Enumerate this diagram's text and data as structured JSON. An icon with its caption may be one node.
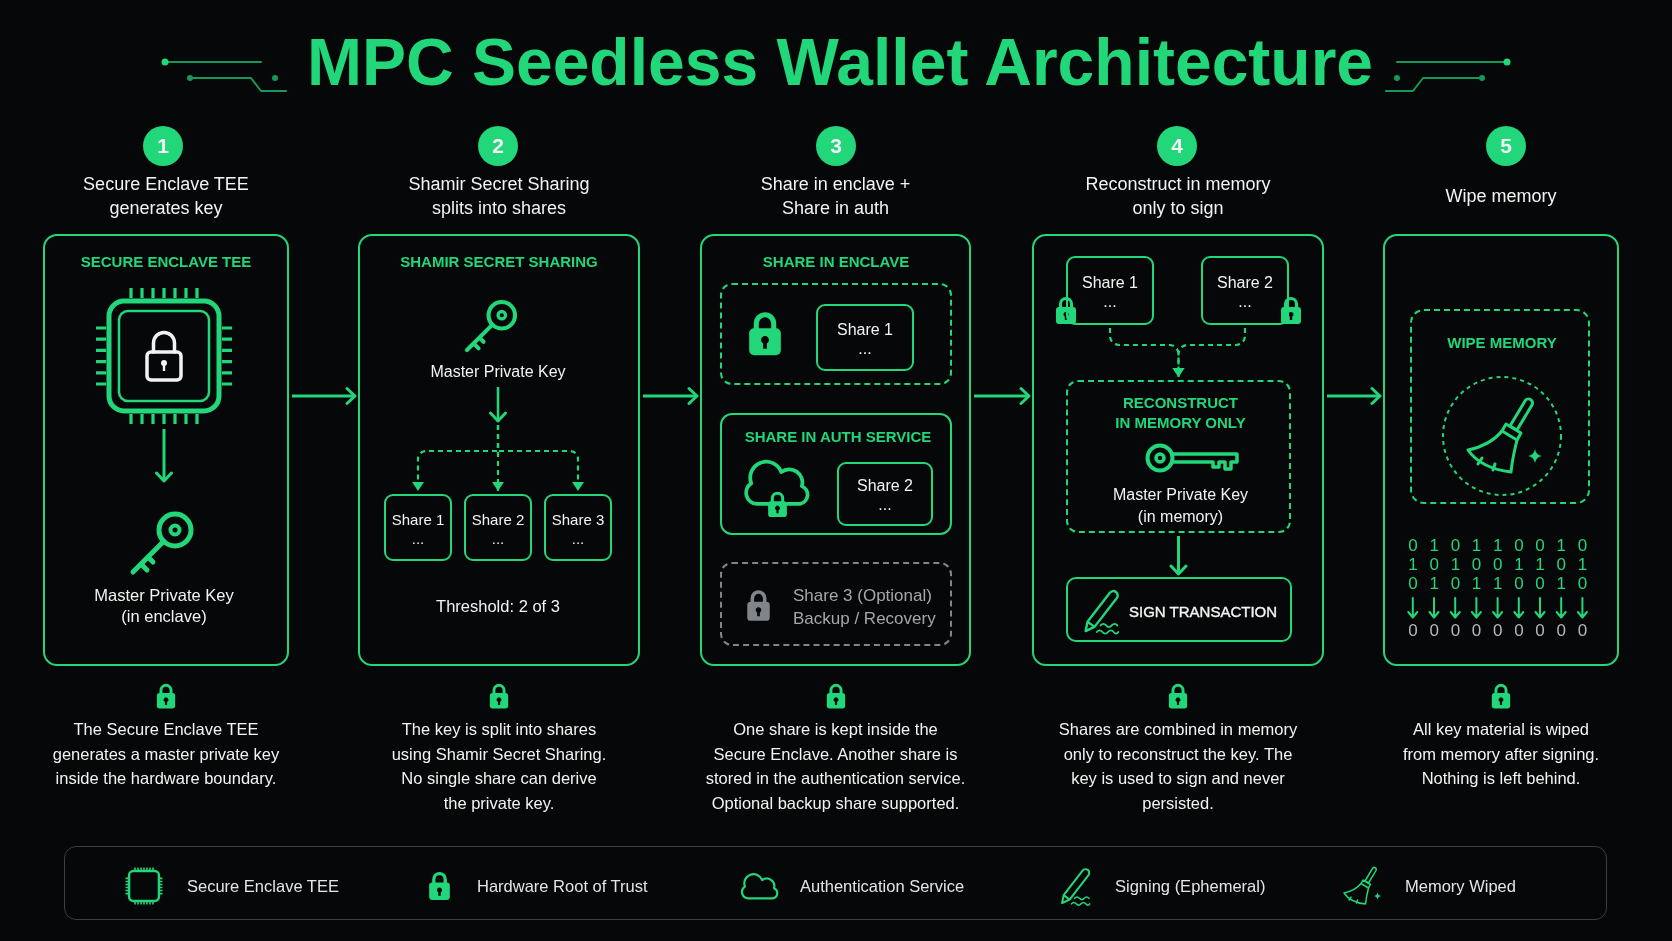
{
  "diagram": {
    "title": "MPC Seedless Wallet Architecture",
    "nodes": [
      {
        "text": [
          "1"
        ]
      },
      {
        "text": [
          "Secure Enclave TEE generates key",
          "SECURE ENCLAVE TEE"
        ],
        "beside": [
          "The Secure Enclave TEE generates a master private key inside the hardware boundary."
        ]
      },
      {
        "text": [],
        "shape": "picture",
        "in": 1
      },
      {
        "text": [
          "Master Private Key (in enclave)"
        ],
        "in": 1
      },
      {
        "text": [
          "2"
        ]
      },
      {
        "text": [
          "Shamir Secret Sharing splits into shares",
          "SHAMIR SECRET SHARING"
        ],
        "beside": [
          "The key is split into shares using Shamir Secret Sharing. No single share can derive the private key."
        ]
      },
      {
        "text": [
          "Master Private Key"
        ],
        "in": 5
      },
      {
        "text": [
          "Share 1",
          "..."
        ],
        "in": 5
      },
      {
        "text": [
          "Share 2",
          "..."
        ],
        "in": 5
      },
      {
        "text": [
          "Share 3",
          "..."
        ],
        "in": 5
      },
      {
        "text": [
          "3"
        ]
      },
      {
        "text": [
          "Share in enclave + Share in auth"
        ],
        "beside": [
          "One share is kept inside the Secure Enclave. Another share is stored in the authentication service. Optional backup share supported."
        ]
      },
      {
        "text": [
          "SHARE IN ENCLAVE"
        ],
        "in": 11
      },
      {
        "text": [
          "Share 1",
          "..."
        ],
        "in": 12
      },
      {
        "text": [
          "SHARE IN AUTH SERVICE"
        ],
        "in": 11
      },
      {
        "text": [
          "Share 2",
          "..."
        ],
        "in": 14
      },
      {
        "text": [
          "Share 3 (Optional) Backup / Recovery"
        ],
        "in": 11
      },
      {
        "text": [
          "4"
        ]
      },
      {
        "text": [
          "Reconstruct in memory only to sign"
        ],
        "beside": [
          "Shares are combined in memory only to reconstruct the key. The key is used to sign and never persisted."
        ]
      },
      {
        "text": [
          "Share 1",
          "..."
        ],
        "in": 18
      },
      {
        "text": [
          "Share 2",
          "..."
        ],
        "in": 18
      },
      {
        "text": [
          "RECONSTRUCT IN MEMORY ONLY",
          "Master Private Key (in memory)"
        ],
        "in": 18
      },
      {
        "text": [
          "SIGN TRANSACTION"
        ],
        "in": 18
      },
      {
        "text": [
          "5"
        ]
      },
      {
        "text": [
          "Wipe memory"
        ],
        "beside": [
          "All key material is wiped from memory after signing. Nothing is left behind."
        ]
      },
      {
        "text": [
          "WIPE MEMORY"
        ],
        "in": 24
      }
    ],
    "edges": [
      {
        "from": 2,
        "to": 3,
        "arrow": "to"
      },
      {
        "from": 1,
        "to": 5,
        "arrow": "to"
      },
      {
        "from": 6,
        "to": 7,
        "arrow": "to",
        "style": "dashed"
      },
      {
        "from": 6,
        "to": 8,
        "arrow": "to",
        "style": "dashed"
      },
      {
        "from": 6,
        "to": 9,
        "arrow": "to",
        "style": "dashed"
      },
      {
        "from": 5,
        "to": 11,
        "arrow": "to"
      },
      {
        "from": 11,
        "to": 18,
        "arrow": "to"
      },
      {
        "from": 19,
        "to": 21,
        "arrow": "to",
        "style": "dashed"
      },
      {
        "from": 20,
        "to": 21,
        "arrow": "to",
        "style": "dashed"
      },
      {
        "from": 21,
        "to": 22,
        "arrow": "to"
      },
      {
        "from": 18,
        "to": 24,
        "arrow": "to"
      }
    ],
    "labels": [
      "Threshold: 2 of 3",
      "0 1 0 1 1 0 0 1 0",
      "1 0 1 0 0 1 1 0 1",
      "0 1 0 1 1 0 0 1 0",
      "0 0 0 0 0 0 0 0 0"
    ],
    "legend": [
      {
        "text": "Secure Enclave TEE"
      },
      {
        "text": "Hardware Root of Trust"
      },
      {
        "text": "Authentication Service"
      },
      {
        "text": "Signing (Ephemeral)"
      },
      {
        "text": "Memory Wiped"
      }
    ]
  }
}
